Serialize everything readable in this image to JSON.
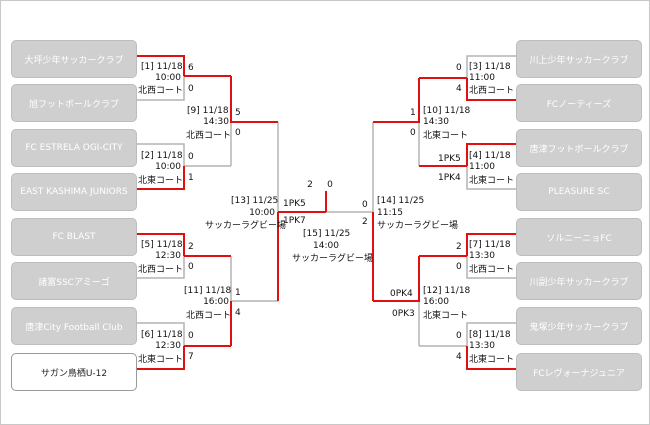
{
  "teams_left": [
    {
      "name": "大坪少年サッカークラブ",
      "winner": false
    },
    {
      "name": "旭フットボールクラブ",
      "winner": false
    },
    {
      "name": "FC ESTRELA OGI-CITY",
      "winner": false
    },
    {
      "name": "EAST KASHIMA JUNIORS",
      "winner": false
    },
    {
      "name": "FC BLAST",
      "winner": false
    },
    {
      "name": "諸富SSCアミーゴ",
      "winner": false
    },
    {
      "name": "唐津City Football Club",
      "winner": false
    },
    {
      "name": "サガン鳥栖U-12",
      "winner": true
    }
  ],
  "teams_right": [
    {
      "name": "川上少年サッカークラブ",
      "winner": false
    },
    {
      "name": "FCノーティーズ",
      "winner": false
    },
    {
      "name": "唐津フットボールクラブ",
      "winner": false
    },
    {
      "name": "PLEASURE SC",
      "winner": false
    },
    {
      "name": "ソルニーニョFC",
      "winner": false
    },
    {
      "name": "川副少年サッカークラブ",
      "winner": false
    },
    {
      "name": "鬼塚少年サッカークラブ",
      "winner": false
    },
    {
      "name": "FCレヴォーナジュニア",
      "winner": false
    }
  ],
  "matches": {
    "m1": {
      "no": "[1] 11/18",
      "time": "10:00",
      "venue": "北西コート",
      "s_top": "6",
      "s_bot": "0"
    },
    "m2": {
      "no": "[2] 11/18",
      "time": "10:00",
      "venue": "北東コート",
      "s_top": "0",
      "s_bot": "1"
    },
    "m5": {
      "no": "[5] 11/18",
      "time": "12:30",
      "venue": "北西コート",
      "s_top": "2",
      "s_bot": "0"
    },
    "m6": {
      "no": "[6] 11/18",
      "time": "12:30",
      "venue": "北東コート",
      "s_top": "0",
      "s_bot": "7"
    },
    "m9": {
      "no": "[9] 11/18",
      "time": "14:30",
      "venue": "北西コート",
      "s_top": "5",
      "s_bot": "0"
    },
    "m11": {
      "no": "[11] 11/18",
      "time": "16:00",
      "venue": "北西コート",
      "s_top": "1",
      "s_bot": "4"
    },
    "m13": {
      "no": "[13] 11/25",
      "time": "10:00",
      "venue": "サッカーラグビー場",
      "s_top": "1PK5",
      "s_bot": "1PK7"
    },
    "m15": {
      "no": "[15] 11/25",
      "time": "14:00",
      "venue": "サッカーラグビー場",
      "s_left": "2",
      "s_right": "0"
    },
    "m14": {
      "no": "[14] 11/25",
      "time": "11:15",
      "venue": "サッカーラグビー場",
      "s_top": "0",
      "s_bot": "2"
    },
    "m10": {
      "no": "[10] 11/18",
      "time": "14:30",
      "venue": "北東コート",
      "s_top": "1",
      "s_bot": "0"
    },
    "m12": {
      "no": "[12] 11/18",
      "time": "16:00",
      "venue": "北東コート",
      "s_top": "0PK4",
      "s_bot": "0PK3"
    },
    "m3": {
      "no": "[3] 11/18",
      "time": "11:00",
      "venue": "北西コート",
      "s_top": "0",
      "s_bot": "4"
    },
    "m4": {
      "no": "[4] 11/18",
      "time": "11:00",
      "venue": "北東コート",
      "s_top": "1PK5",
      "s_bot": "1PK4"
    },
    "m7": {
      "no": "[7] 11/18",
      "time": "13:30",
      "venue": "北西コート",
      "s_top": "2",
      "s_bot": "0"
    },
    "m8": {
      "no": "[8] 11/18",
      "time": "13:30",
      "venue": "北東コート",
      "s_top": "0",
      "s_bot": "4"
    }
  },
  "colors": {
    "win": "#e01010",
    "lose": "#b4b4b4"
  }
}
